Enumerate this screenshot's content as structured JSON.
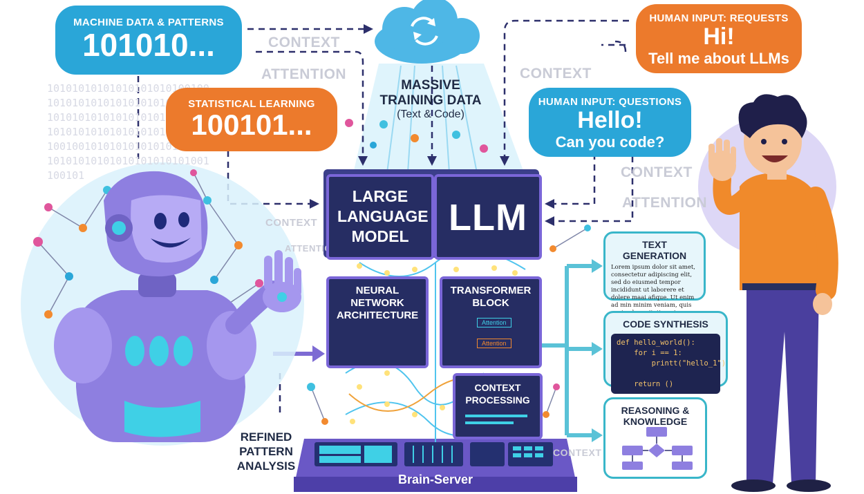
{
  "bubbles": {
    "machine": {
      "label": "MACHINE DATA & PATTERNS",
      "value": "101010..."
    },
    "statistical": {
      "label": "STATISTICAL LEARNING",
      "value": "100101..."
    },
    "requests": {
      "label": "HUMAN INPUT: REQUESTS",
      "line1": "Hi!",
      "line2": "Tell me about LLMs"
    },
    "questions": {
      "label": "HUMAN INPUT: QUESTIONS",
      "line1": "Hello!",
      "line2": "Can you code?"
    }
  },
  "ghost_words": {
    "context": "CONTEXT",
    "attention": "ATTENTION"
  },
  "binary_stream": "10101010101010101010100100\n10101010101010101010101010\n10101010101010101010110010\n10101010101010101010101010\n10010010101010101010101010\n10101010101010101010101001\n100101",
  "training_data": {
    "line1": "MASSIVE",
    "line2": "TRAINING DATA",
    "line3": "(Text & Code)"
  },
  "server": {
    "large_language_model": "LARGE LANGUAGE MODEL",
    "llm": "LLM",
    "neural_network": "NEURAL NETWORK ARCHITECTURE",
    "transformer": "TRANSFORMER BLOCK",
    "attention_label": "Attention",
    "context_processing": "CONTEXT PROCESSING",
    "base_label": "Brain-Server"
  },
  "refined": "REFINED PATTERN ANALYSIS",
  "outputs": {
    "text_generation": {
      "title": "TEXT GENERATION",
      "body": "Lorem ipsum dolor sit amet, consectetur adipiscing elit, sed do eiusmed tempor incididunt ut laborere et dolere maai afique. Ut enim ad min minim veniam, quis nostrud axszitation nive wian es rest consequat."
    },
    "code_synthesis": {
      "title": "CODE SYNTHESIS",
      "code": "def hello_world():\n    for i == 1:\n        printt(\"hello_1\")\n\n    return ()"
    },
    "reasoning": {
      "title": "REASONING & KNOWLEDGE"
    }
  },
  "colors": {
    "blue_bubble": "#2aa6d8",
    "orange_bubble": "#ec7a2c",
    "server_dark": "#1f2556",
    "server_frame": "#7a66d8",
    "robot_purple": "#8e7fe0",
    "robot_cyan": "#3fd0e6",
    "human_shirt": "#f08a2b",
    "human_pants": "#4a3f9e"
  }
}
